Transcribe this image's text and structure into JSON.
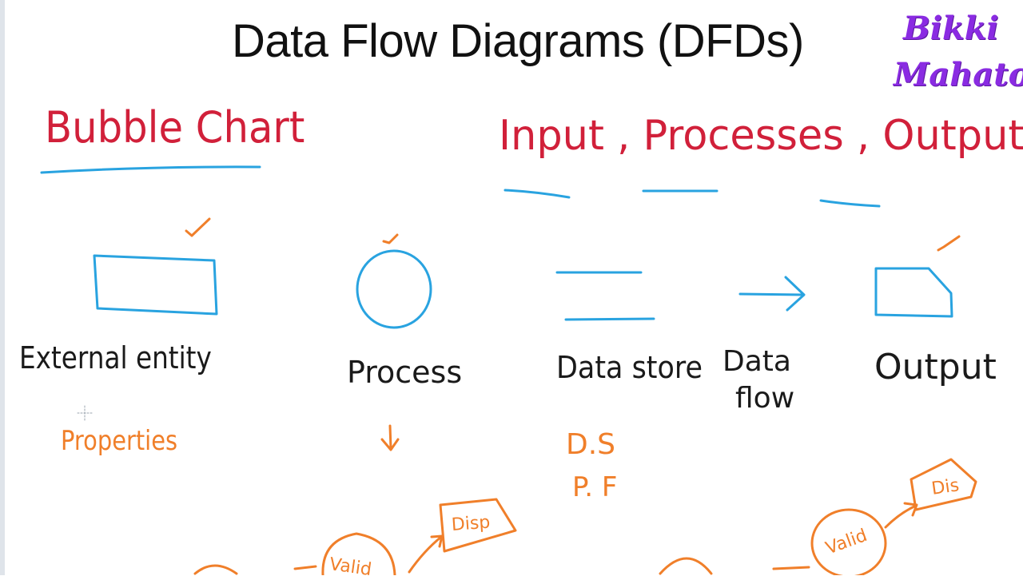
{
  "title": "Data Flow Diagrams (DFDs)",
  "watermark": {
    "line1": "Bikki",
    "line2": "Mahato"
  },
  "notes": {
    "bubble_chart": "Bubble Chart",
    "ipo": "Input , Processes , Output"
  },
  "symbols": {
    "external_entity": "External entity",
    "process": "Process",
    "data_store": "Data store",
    "data_flow_line1": "Data",
    "data_flow_line2": "flow",
    "output": "Output"
  },
  "annotations": {
    "properties": "Properties",
    "ds": "D.S",
    "pf": "P. F"
  },
  "examples": {
    "left_valid": "Valid",
    "left_disp": "Disp",
    "right_valid": "Valid",
    "right_disp": "Dis"
  },
  "colors": {
    "blue": "#29a3e0",
    "red": "#d1203a",
    "orange": "#f07f2a",
    "black": "#1a1a1a",
    "watermark": "#8a2be2"
  }
}
